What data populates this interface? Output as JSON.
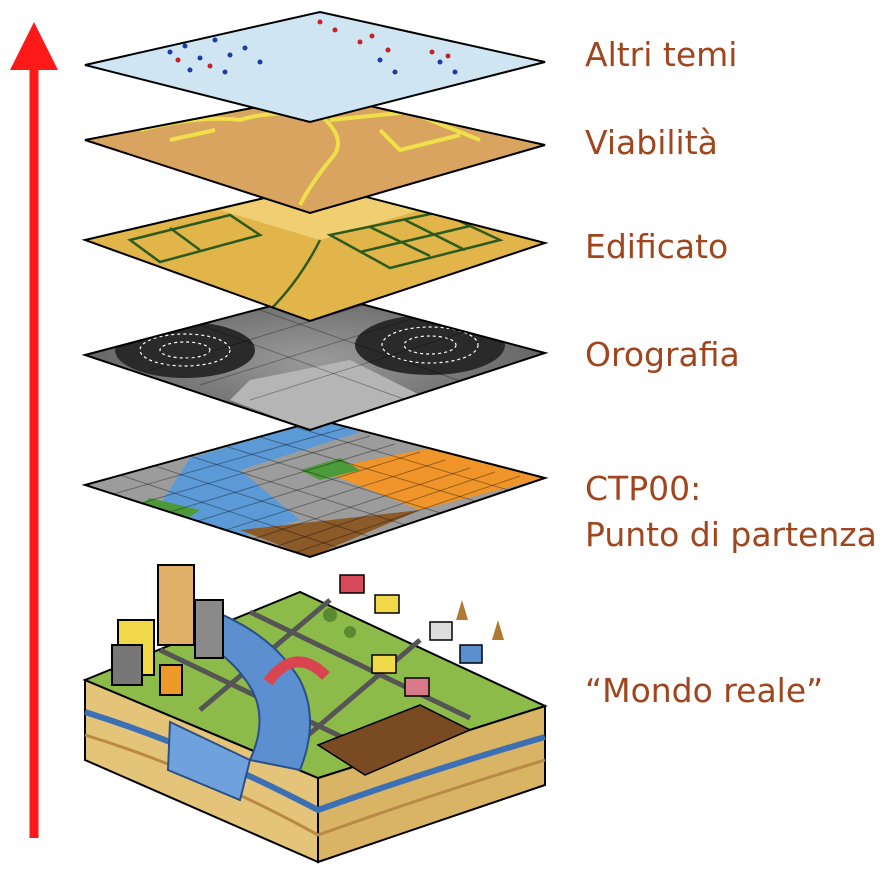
{
  "colors": {
    "arrow": "#ff1a1a",
    "label_text": "#a0461e",
    "layer_outline": "#000000"
  },
  "layers": [
    {
      "key": "altri_temi",
      "label": "Altri temi",
      "style": "light-blue-with-scattered-red-and-blue-dots"
    },
    {
      "key": "viabilita",
      "label": "Viabilità",
      "style": "tan-with-yellow-road-network"
    },
    {
      "key": "edificato",
      "label": "Edificato",
      "style": "golden-with-green-building-blocks"
    },
    {
      "key": "orografia",
      "label": "Orografia",
      "style": "grayscale-relief-with-contours"
    },
    {
      "key": "ctp00",
      "label_line1": "CTP00:",
      "label_line2": "Punto di partenza",
      "style": "grid-of-gray-blue-orange-brown-green-cells"
    },
    {
      "key": "mondo_reale",
      "label": "“Mondo reale”",
      "style": "isometric-town-block-with-river-buildings-trees-field"
    }
  ],
  "arrow": {
    "direction": "up"
  }
}
